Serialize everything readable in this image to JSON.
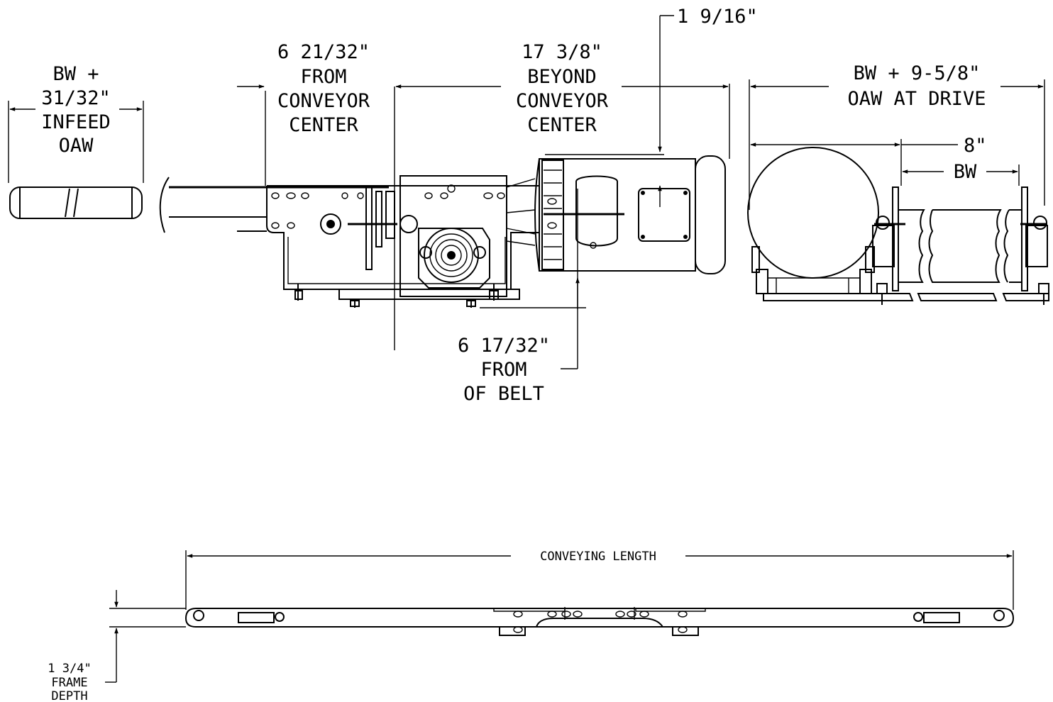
{
  "labels": {
    "infeed": [
      "BW +",
      "31/32\"",
      "INFEED",
      "OAW"
    ],
    "from_center": [
      "6 21/32\"",
      "FROM",
      "CONVEYOR",
      "CENTER"
    ],
    "beyond_center": [
      "17 3/8\"",
      "BEYOND",
      "CONVEYOR",
      "CENTER"
    ],
    "top_dim": "1 9/16\"",
    "oaw_drive": [
      "BW + 9-5/8\"",
      "OAW AT DRIVE"
    ],
    "eight": "8\"",
    "bw": "BW",
    "from_belt": [
      "6 17/32\"",
      "FROM",
      "OF BELT"
    ],
    "conveying_length": "CONVEYING LENGTH",
    "frame_depth": [
      "1 3/4\"",
      "FRAME",
      "DEPTH"
    ]
  }
}
